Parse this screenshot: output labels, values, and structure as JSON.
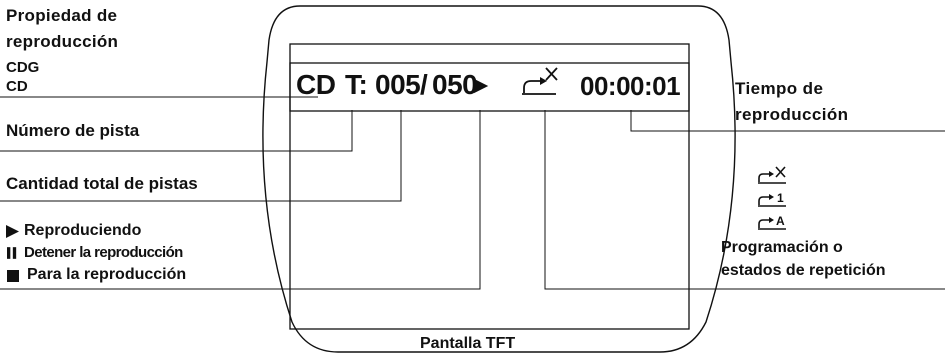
{
  "screen": {
    "caption": "Pantalla TFT",
    "display": {
      "source": "CD",
      "track_prefix": "T:",
      "track_number": "005",
      "separator": "/",
      "total_tracks": "050",
      "play_symbol_icon": "play-icon",
      "repeat_symbol_icon": "repeat-off-icon",
      "time": "00:00:01"
    }
  },
  "labels": {
    "playback_property_line1": "Propiedad de",
    "playback_property_line2": "reproducción",
    "cdg": "CDG",
    "cd": "CD",
    "track_number": "Número de pista",
    "total_tracks": "Cantidad total de pistas",
    "playing": "Reproduciendo",
    "pause": "Detener la reproducción",
    "stop": "Para la reproducción",
    "play_time_line1": "Tiempo de",
    "play_time_line2": "reproducción",
    "program_line1": "Programación o",
    "program_line2": "estados de repetición"
  },
  "repeat_states": [
    {
      "icon": "repeat-off-icon",
      "mark": "X"
    },
    {
      "icon": "repeat-one-icon",
      "mark": "1"
    },
    {
      "icon": "repeat-all-icon",
      "mark": "A"
    }
  ],
  "colors": {
    "ink": "#111111",
    "background": "#ffffff"
  }
}
